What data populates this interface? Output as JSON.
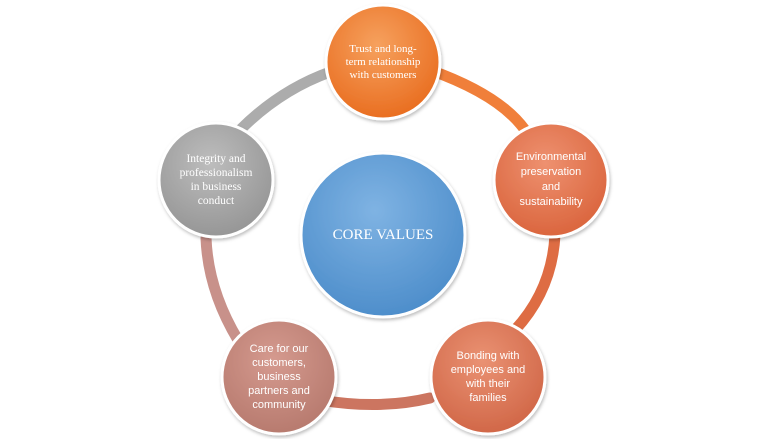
{
  "center": {
    "label": "CORE VALUES",
    "color": "#5b9bd5"
  },
  "nodes": [
    {
      "id": "trust",
      "label": "Trust and long-\nterm relationship\nwith customers",
      "color": "#ed7d31"
    },
    {
      "id": "environment",
      "label": "Environmental\npreservation\nand\nsustainability",
      "color": "#e2774f"
    },
    {
      "id": "bonding",
      "label": "Bonding with\nemployees and\nwith their\nfamilies",
      "color": "#d97454"
    },
    {
      "id": "care",
      "label": "Care for our\ncustomers,\nbusiness\npartners and\ncommunity",
      "color": "#c0857a"
    },
    {
      "id": "integrity",
      "label": "Integrity and\nprofessionalism\nin business\nconduct",
      "color": "#a5a5a5"
    }
  ]
}
